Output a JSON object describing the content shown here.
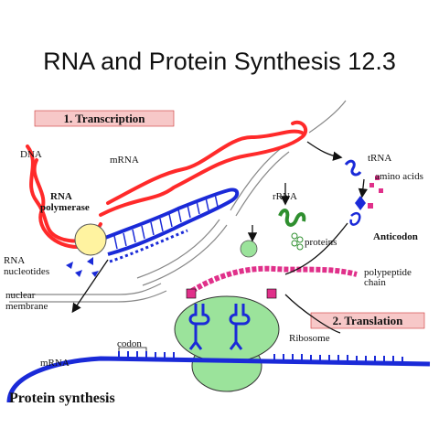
{
  "title": "RNA and Protein Synthesis 12.3",
  "banners": {
    "transcription": "1. Transcription",
    "translation": "2. Translation"
  },
  "labels": {
    "dna": "DNA",
    "mrna_top": "mRNA",
    "rna_polymerase_1": "RNA",
    "rna_polymerase_2": "polymerase",
    "rna_nucleotides_1": "RNA",
    "rna_nucleotides_2": "nucleotides",
    "nuclear_membrane_1": "nuclear",
    "nuclear_membrane_2": "membrane",
    "rrna": "rRNA",
    "proteins": "proteins",
    "trna": "tRNA",
    "amino_acids": "amino acids",
    "anticodon": "Anticodon",
    "polypeptide_1": "polypeptide",
    "polypeptide_2": "chain",
    "ribosome": "Ribosome",
    "codon": "codon",
    "mrna_bottom": "mRNA"
  },
  "footer": "Protein synthesis",
  "colors": {
    "dna": "#ff2a2a",
    "mrna": "#1a2ad8",
    "rrna": "#2f8f2f",
    "ribosome": "#9be39b",
    "polymerase": "#fff3a0",
    "polypeptide": "#e0308a",
    "banner_bg": "#f7c8c8"
  }
}
